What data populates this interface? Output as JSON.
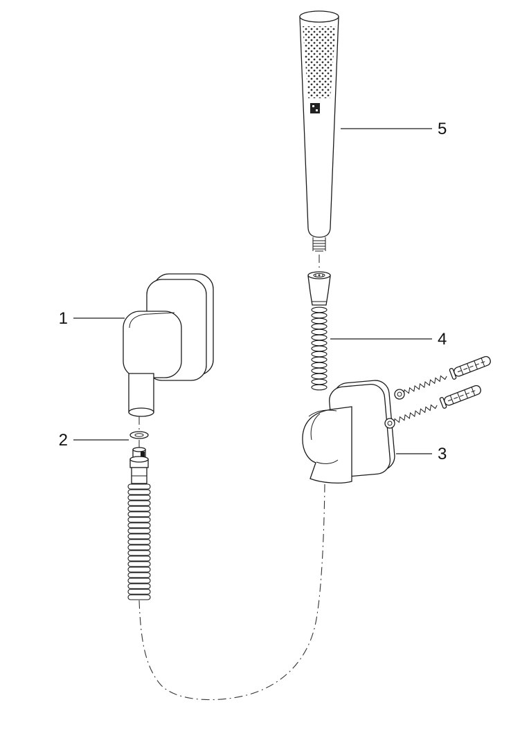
{
  "figure": {
    "background": "#ffffff",
    "stroke_color": "#1a1a1a",
    "type": "exploded-parts-diagram",
    "subject": "hand-shower-set-with-wall-elbow-and-bracket"
  },
  "parts": [
    {
      "number": "1",
      "name": "wall-elbow"
    },
    {
      "number": "2",
      "name": "sealing-ring-hose-connector"
    },
    {
      "number": "3",
      "name": "wall-bracket-with-screws-and-anchors"
    },
    {
      "number": "4",
      "name": "hose-connector-with-spring"
    },
    {
      "number": "5",
      "name": "hand-shower-wand"
    }
  ]
}
